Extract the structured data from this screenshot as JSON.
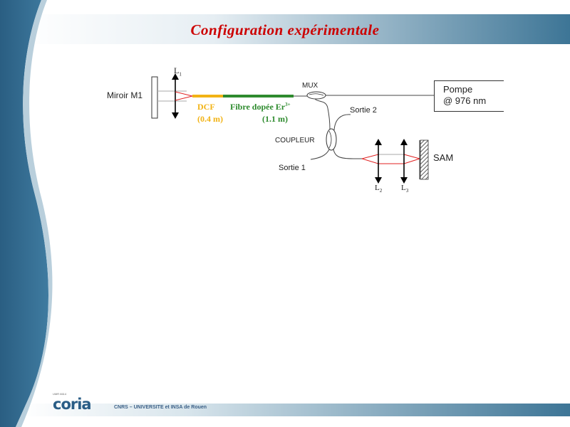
{
  "slide": {
    "title": "Configuration expérimentale",
    "footer": "CNRS – UNIVERSITE et INSA de Rouen"
  },
  "logo": {
    "text": "coria",
    "subtext": "UMR 6614"
  },
  "diagram": {
    "mirror_label": "Miroir M1",
    "l1_main": "L",
    "l1_sub": "1",
    "l2_main": "L",
    "l2_sub": "2",
    "l3_main": "L",
    "l3_sub": "3",
    "dcf_label": "DCF",
    "dcf_length": "(0.4 m)",
    "fiber_label": "Fibre dopée Er",
    "fiber_sup": "3+",
    "fiber_length": "(1.1 m)",
    "mux_label": "MUX",
    "pump_line1": "Pompe",
    "pump_line2": "@ 976 nm",
    "sortie2_label": "Sortie 2",
    "coupleur_label": "COUPLEUR",
    "sortie1_label": "Sortie 1",
    "sam_label": "SAM"
  },
  "colors": {
    "title": "#cc0000",
    "dcf": "#f2b315",
    "fiber": "#2e8b2e",
    "beam": "#e02020",
    "theme_dark": "#2c6387",
    "theme_light": "#8fb2c7"
  }
}
